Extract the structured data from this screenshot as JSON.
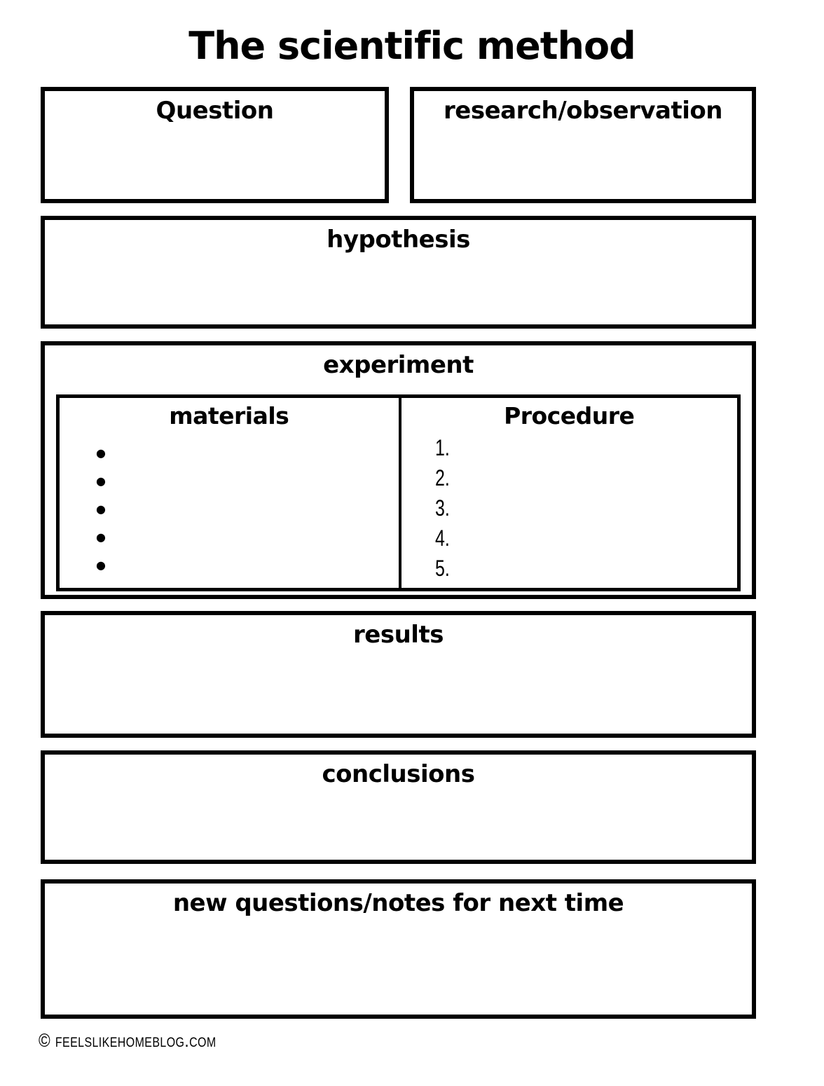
{
  "title": "The scientific method",
  "boxes": {
    "question": {
      "label": "Question"
    },
    "research": {
      "label": "research/observation"
    },
    "hypothesis": {
      "label": "hypothesis"
    },
    "experiment": {
      "label": "experiment",
      "materials": {
        "label": "materials",
        "bullets": [
          "●",
          "●",
          "●",
          "●",
          "●"
        ]
      },
      "procedure": {
        "label": "Procedure",
        "numbers": [
          "1.",
          "2.",
          "3.",
          "4.",
          "5."
        ]
      }
    },
    "results": {
      "label": "results"
    },
    "conclusions": {
      "label": "conclusions"
    },
    "new_questions": {
      "label": "new questions/notes for next time"
    }
  },
  "footer": {
    "credit": "© feelslikehomeblog.com"
  },
  "colors": {
    "ink": "#000000",
    "paper": "#ffffff"
  }
}
